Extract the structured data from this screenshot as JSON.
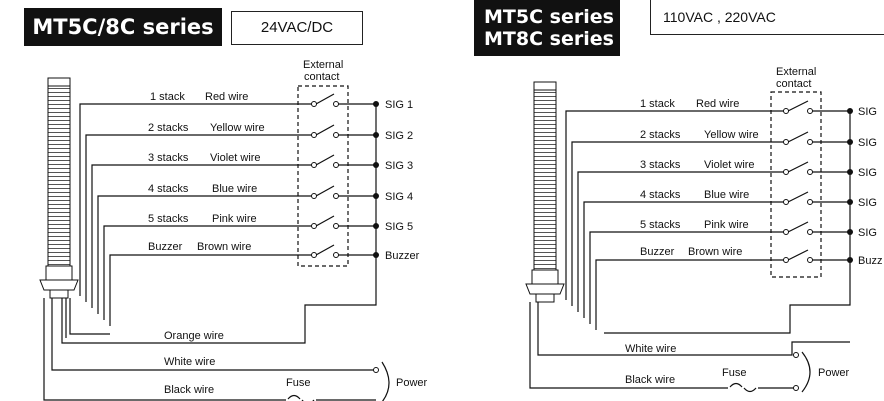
{
  "left": {
    "title": "MT5C/8C series",
    "voltage": "24VAC/DC",
    "external_contact_line1": "External",
    "external_contact_line2": "contact",
    "stacks": [
      {
        "count": "1 stack",
        "wire": "Red wire",
        "sig": "SIG 1"
      },
      {
        "count": "2 stacks",
        "wire": "Yellow wire",
        "sig": "SIG 2"
      },
      {
        "count": "3 stacks",
        "wire": "Violet wire",
        "sig": "SIG 3"
      },
      {
        "count": "4 stacks",
        "wire": "Blue wire",
        "sig": "SIG 4"
      },
      {
        "count": "5 stacks",
        "wire": "Pink wire",
        "sig": "SIG 5"
      },
      {
        "count": "Buzzer",
        "wire": "Brown wire",
        "sig": "Buzzer"
      }
    ],
    "orange_wire": "Orange wire",
    "white_wire": "White wire",
    "black_wire": "Black wire",
    "fuse": "Fuse",
    "power": "Power"
  },
  "right": {
    "title_line1": "MT5C series",
    "title_line2": "MT8C series",
    "voltage": "110VAC , 220VAC",
    "external_contact_line1": "External",
    "external_contact_line2": "contact",
    "stacks": [
      {
        "count": "1 stack",
        "wire": "Red wire",
        "sig": "SIG"
      },
      {
        "count": "2 stacks",
        "wire": "Yellow wire",
        "sig": "SIG"
      },
      {
        "count": "3 stacks",
        "wire": "Violet wire",
        "sig": "SIG"
      },
      {
        "count": "4 stacks",
        "wire": "Blue wire",
        "sig": "SIG"
      },
      {
        "count": "5 stacks",
        "wire": "Pink wire",
        "sig": "SIG"
      },
      {
        "count": "Buzzer",
        "wire": "Brown wire",
        "sig": "Buzz"
      }
    ],
    "white_wire": "White wire",
    "black_wire": "Black wire",
    "fuse": "Fuse",
    "power": "Power"
  }
}
